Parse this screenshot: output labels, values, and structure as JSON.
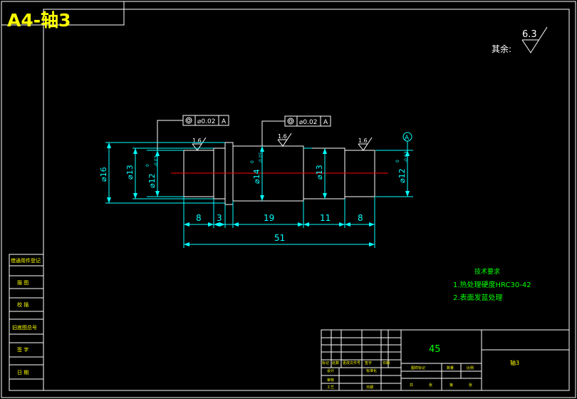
{
  "title_label": "A4-轴3",
  "roughness_other": {
    "prefix": "其余:",
    "value": "6.3"
  },
  "tolerance_frames": [
    {
      "symbol": "◎",
      "value": "⌀0.02",
      "datum": "A"
    },
    {
      "symbol": "◎",
      "value": "⌀0.02",
      "datum": "A"
    }
  ],
  "surface_marks": [
    "1.6",
    "1.6",
    "1.6"
  ],
  "datum_label": "A",
  "diameters": {
    "d16": "⌀16",
    "d13_left": "⌀13",
    "d12_left": "⌀12",
    "d12_left_tol_upper": "0",
    "d12_left_tol_lower": "-0.03",
    "d14": "⌀14",
    "d14_tol_upper": "0",
    "d14_tol_lower": "-0.05",
    "d13_right": "⌀13",
    "d12_right": "⌀12",
    "d12_right_tol_upper": "0",
    "d12_right_tol_lower": "-0.03"
  },
  "lengths": [
    "8",
    "3",
    "19",
    "11",
    "8"
  ],
  "total_length": "51",
  "tech_requirements": {
    "heading": "技术要求",
    "items": [
      "1.热处理硬度HRC30-42",
      "2.表面发蓝处理"
    ]
  },
  "side_block": [
    "借通用件登记",
    "描  图",
    "校  描",
    "旧底图总号",
    "签  字",
    "日  期"
  ],
  "title_block": {
    "material": "45",
    "part_name": "轴3",
    "labels": [
      "标记",
      "处数",
      "更改文件号",
      "签字",
      "日期",
      "设计",
      "标准化",
      "审核",
      "工艺",
      "日期",
      "图样标记",
      "数量",
      "比例",
      "共",
      "张",
      "第",
      "张"
    ]
  }
}
